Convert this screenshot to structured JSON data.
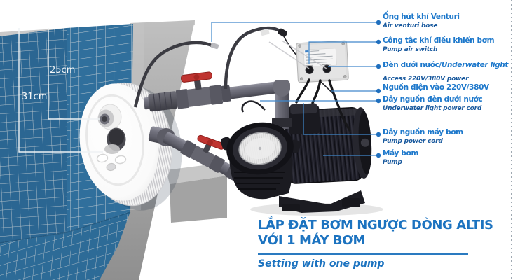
{
  "measurements": {
    "jet_depth": "25cm",
    "light_depth": "31cm"
  },
  "callouts": [
    {
      "label": "Ống hút khí Venturi",
      "sub": "Air venturi hose"
    },
    {
      "label": "Công tắc khí điều khiển bơm",
      "sub": "Pump air switch"
    },
    {
      "label": "Đèn dưới nước/",
      "label_en": "Underwater light"
    },
    {
      "pre": "Access 220V/380V power",
      "label": "Nguồn điện vào 220V/380V"
    },
    {
      "label": "Dây nguồn đèn dưới nước",
      "sub": "Underwater light power cord"
    },
    {
      "label": "Dây nguồn máy bơm",
      "sub": "Pump power cord"
    },
    {
      "label": "Máy bơm",
      "sub": "Pump"
    }
  ],
  "title": {
    "line1": "LẮP ĐẶT BƠM NGƯỢC DÒNG ALTIS",
    "line2": "VỚI 1 MÁY BƠM",
    "subtitle": "Setting with one pump"
  },
  "colors": {
    "label_blue": "#1d78cb",
    "sub_blue": "#1a5a9e",
    "title_blue": "#1c73c0",
    "callout_line": "#4088cc",
    "tile_blue": "#306f9c",
    "valve_red": "#bf3430",
    "concrete_gray": "#a7a7a7"
  }
}
